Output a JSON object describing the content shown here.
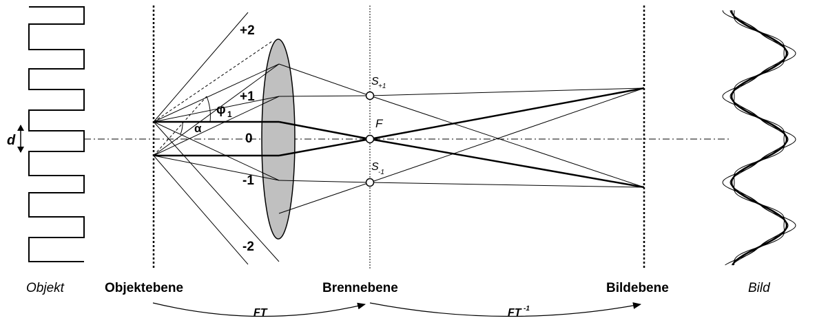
{
  "labels": {
    "objekt": "Objekt",
    "objektebene": "Objektebene",
    "brennebene": "Brennebene",
    "bildebene": "Bildebene",
    "bild": "Bild",
    "d": "d",
    "alpha": "α",
    "phi": "φ",
    "phi_sub": "1",
    "F": "F",
    "S": "S",
    "S_plus_sub": "+1",
    "S_minus_sub": "-1",
    "order_p2": "+2",
    "order_p1": "+1",
    "order_0": "0",
    "order_m1": "-1",
    "order_m2": "-2",
    "ft": "FT",
    "ft_inv": "FT",
    "ft_inv_sup": "-1"
  },
  "colors": {
    "lens_fill": "#c0c0c0",
    "line": "#000000"
  }
}
